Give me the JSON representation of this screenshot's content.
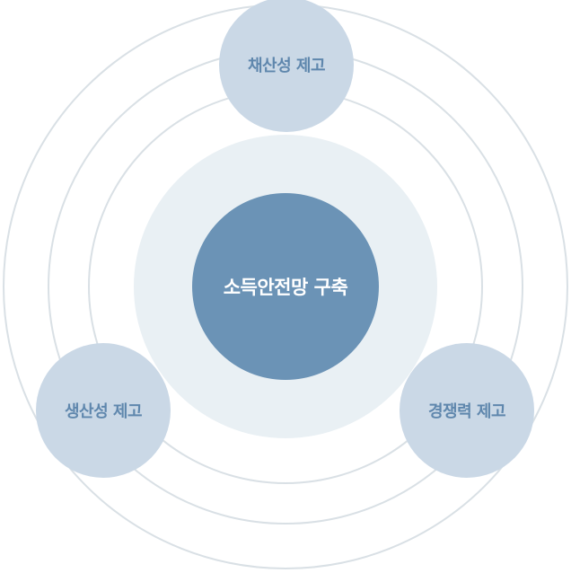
{
  "diagram": {
    "center": {
      "label": "소득안전망 구축"
    },
    "satellites": [
      {
        "position": "top",
        "label": "채산성 제고"
      },
      {
        "position": "bottom-left",
        "label": "생산성 제고"
      },
      {
        "position": "bottom-right",
        "label": "경쟁력 제고"
      }
    ],
    "orbit_ring_count": 3,
    "colors": {
      "background": "#ffffff",
      "ring_line": "#d9e0e5",
      "halo": "#e9f0f4",
      "center_circle": "#6b93b6",
      "center_text": "#ffffff",
      "satellite_circle": "#cad8e6",
      "satellite_text": "#5f87ad"
    }
  }
}
